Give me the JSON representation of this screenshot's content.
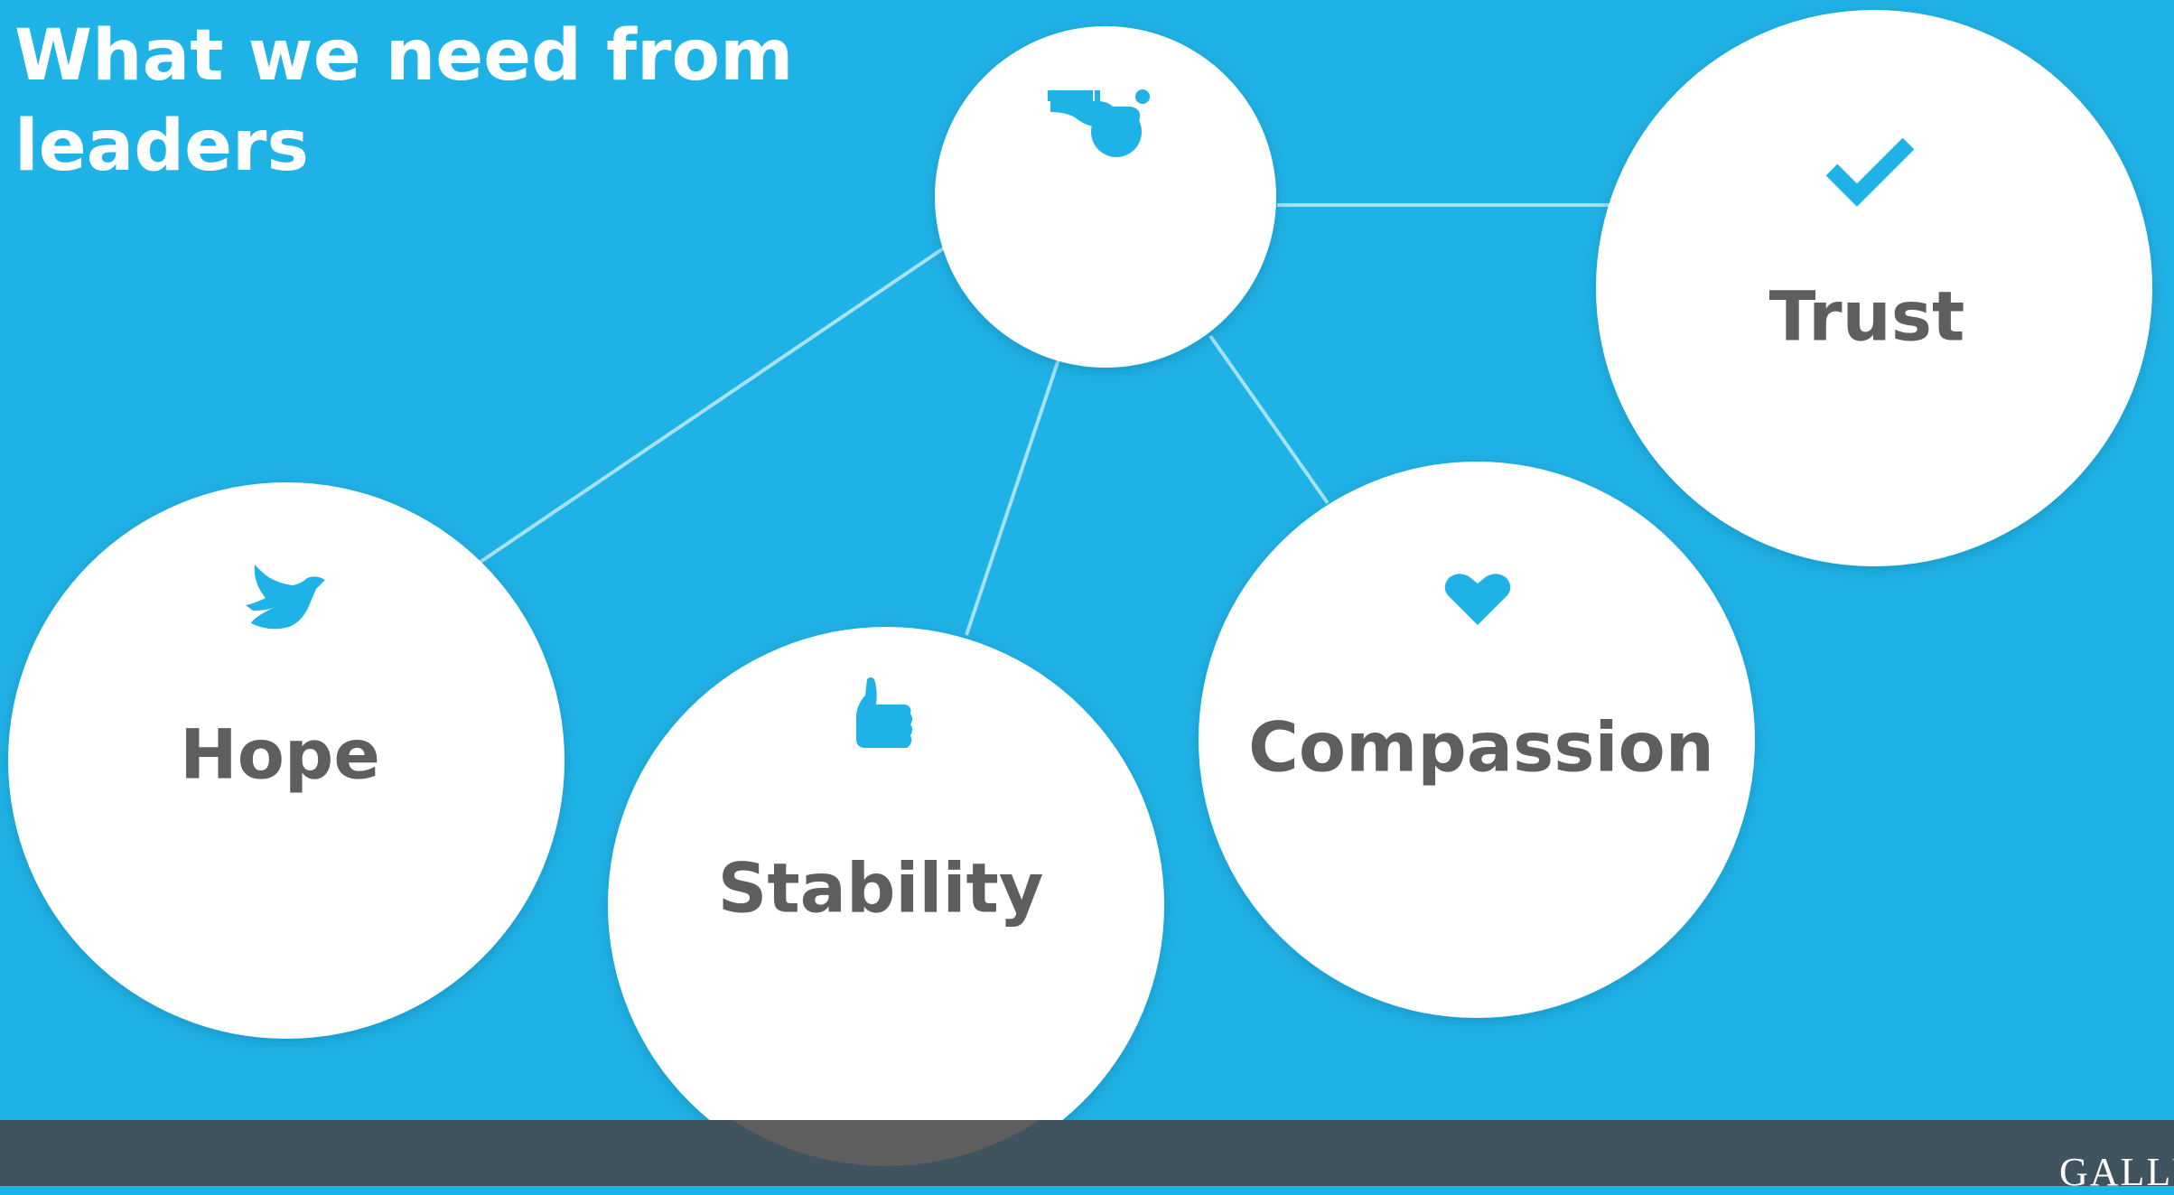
{
  "title": "What we need from leaders",
  "colors": {
    "background": "#1fb2e6",
    "circle": "#ffffff",
    "text": "#5e5e5e",
    "footer": "#3f545e",
    "connector": "#a7e2f5"
  },
  "nodes": {
    "hub": {
      "icon": "whistle-icon"
    },
    "trust": {
      "label": "Trust",
      "icon": "checkmark-icon"
    },
    "hope": {
      "label": "Hope",
      "icon": "dove-icon"
    },
    "stability": {
      "label": "Stability",
      "icon": "thumbs-up-icon"
    },
    "compassion": {
      "label": "Compassion",
      "icon": "heart-icon"
    }
  },
  "footer": {
    "brand": "GALLUP"
  }
}
